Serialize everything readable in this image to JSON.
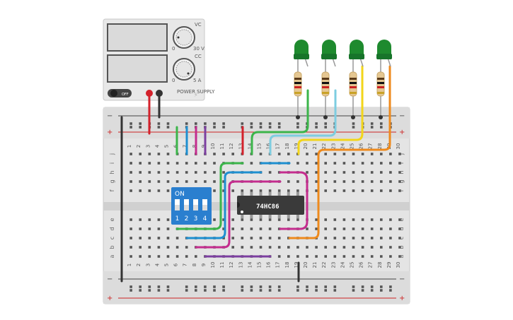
{
  "power_supply": {
    "switch_label": "OFF",
    "knob1_min": "0",
    "knob1_max": "30 V",
    "knob1_tag": "VC",
    "knob2_min": "0",
    "knob2_max": "5 A",
    "knob2_tag": "CC",
    "brand_text": "POWER SUPPLY"
  },
  "chip": {
    "label": "74HC86"
  },
  "dip_switch": {
    "on_label": "ON",
    "numbers": [
      "1",
      "2",
      "3",
      "4"
    ]
  },
  "breadboard": {
    "column_numbers": [
      "1",
      "2",
      "3",
      "4",
      "5",
      "6",
      "7",
      "8",
      "9",
      "10",
      "11",
      "12",
      "13",
      "14",
      "15",
      "16",
      "17",
      "18",
      "19",
      "20",
      "21",
      "22",
      "23",
      "24",
      "25",
      "26",
      "27",
      "28",
      "29",
      "30"
    ],
    "rows_top": [
      "j",
      "i",
      "h",
      "g",
      "f"
    ],
    "rows_bottom": [
      "e",
      "d",
      "c",
      "b",
      "a"
    ],
    "rail_minus": "−",
    "rail_plus": "+"
  },
  "leds": {
    "count": 4,
    "color": "#1e8a2e"
  },
  "colors": {
    "green": "#3bb54a",
    "blue": "#1e8fd0",
    "magenta": "#c42d8e",
    "purple": "#7c3fa0",
    "red": "#d3212b",
    "lightblue": "#7ecde0",
    "yellow": "#f2d51a",
    "orange": "#ee8a1d",
    "black": "#333333"
  }
}
